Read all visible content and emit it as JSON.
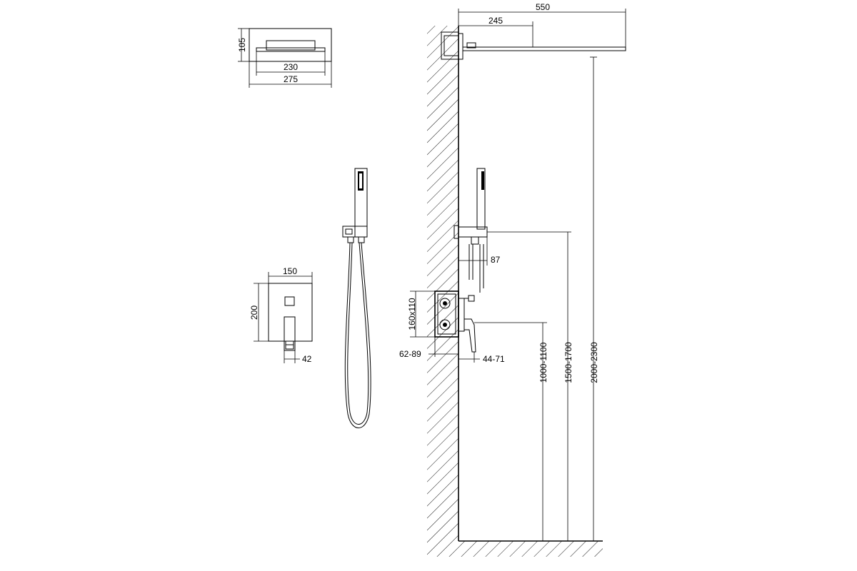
{
  "colors": {
    "line": "#000000",
    "background": "#ffffff"
  },
  "dimensions": {
    "head_height": "105",
    "head_inner_width": "230",
    "head_width": "275",
    "arm_length": "550",
    "arm_inner": "245",
    "panel_width": "150",
    "panel_height": "200",
    "lever_offset": "42",
    "holder_offset": "87",
    "box_height": "160x110",
    "box_depth": "62-89",
    "lever_depth": "44-71",
    "mixer_height": "1000-1100",
    "holder_height": "1500-1700",
    "head_mount_height": "2000-2300"
  }
}
